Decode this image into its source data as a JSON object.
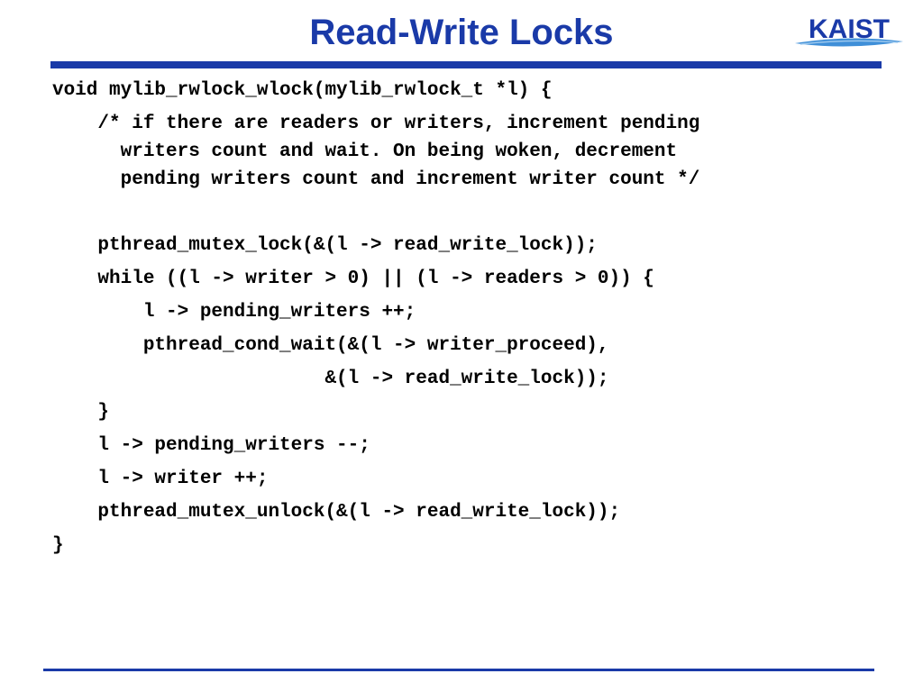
{
  "slide": {
    "title": "Read-Write Locks",
    "logo_text": "KAIST",
    "accent_color": "#1a3aa8"
  },
  "code": {
    "lines": [
      "void mylib_rwlock_wlock(mylib_rwlock_t *l) {",
      "    /* if there are readers or writers, increment pending",
      "      writers count and wait. On being woken, decrement",
      "      pending writers count and increment writer count */",
      "",
      "    pthread_mutex_lock(&(l -> read_write_lock));",
      "    while ((l -> writer > 0) || (l -> readers > 0)) {",
      "        l -> pending_writers ++;",
      "        pthread_cond_wait(&(l -> writer_proceed),",
      "                        &(l -> read_write_lock));",
      "    }",
      "    l -> pending_writers --;",
      "    l -> writer ++;",
      "    pthread_mutex_unlock(&(l -> read_write_lock));",
      "}"
    ]
  }
}
